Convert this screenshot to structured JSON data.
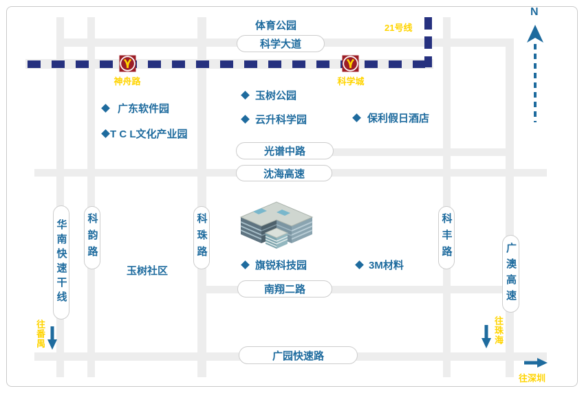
{
  "palette": {
    "accent_blue": "#1e6b9e",
    "label_yellow": "#ffd400",
    "metro_navy": "#26317f",
    "road_gray": "#ededed",
    "station_red": "#9c1d26",
    "pill_border": "#cccccc"
  },
  "compass": {
    "north_label": "N"
  },
  "metro": {
    "line_label": "21号线",
    "stations": [
      {
        "name": "神舟路"
      },
      {
        "name": "科学城"
      }
    ]
  },
  "pills_h": [
    {
      "label": "科学大道"
    },
    {
      "label": "光谱中路"
    },
    {
      "label": "沈海高速"
    },
    {
      "label": "南翔二路"
    },
    {
      "label": "广园快速路"
    }
  ],
  "pills_v": [
    {
      "label": "华南快速干线"
    },
    {
      "label": "科韵路"
    },
    {
      "label": "科珠路"
    },
    {
      "label": "科丰路"
    },
    {
      "label": "广澳高速"
    }
  ],
  "pois": [
    {
      "label": "玉树公园"
    },
    {
      "label": "广东软件园"
    },
    {
      "label": "云升科学园"
    },
    {
      "label": "保利假日酒店"
    },
    {
      "label": "T C L文化产业园"
    },
    {
      "label": "旗锐科技园"
    },
    {
      "label": "3M材料"
    }
  ],
  "areas": [
    {
      "label": "体育公园"
    },
    {
      "label": "玉树社区"
    }
  ],
  "directions": [
    {
      "label": "往番禺"
    },
    {
      "label": "往珠海"
    },
    {
      "label": "往深圳"
    }
  ]
}
